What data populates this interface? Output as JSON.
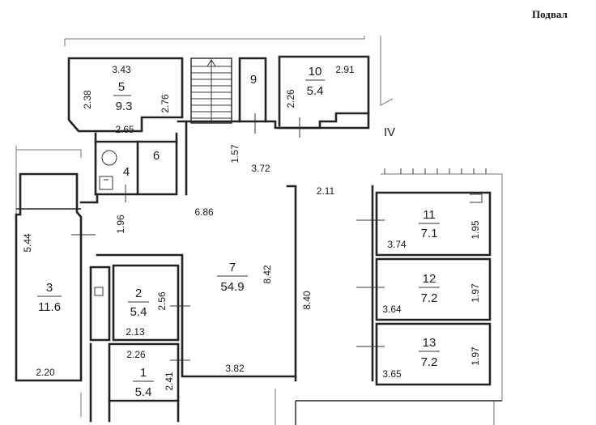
{
  "page_title": "Подвал",
  "section_numeral": "IV",
  "rooms": {
    "r1": {
      "number": "1",
      "area": "5.4",
      "dims": [
        "2.26",
        "2.41"
      ]
    },
    "r2": {
      "number": "2",
      "area": "5.4",
      "dims": [
        "2.56",
        "2.13"
      ]
    },
    "r3": {
      "number": "3",
      "area": "11.6",
      "dims": [
        "5.44",
        "2.20"
      ]
    },
    "r4": {
      "number": "4"
    },
    "r5": {
      "number": "5",
      "area": "9.3",
      "dims": [
        "3.43",
        "2.38",
        "2.76",
        "2.65"
      ]
    },
    "r6": {
      "number": "6"
    },
    "r7": {
      "number": "7",
      "area": "54.9",
      "dims": [
        "6.86",
        "8.42",
        "8.40",
        "3.82",
        "1.96",
        "1.57",
        "3.72",
        "2.11"
      ]
    },
    "r9": {
      "number": "9"
    },
    "r10": {
      "number": "10",
      "area": "5.4",
      "dims": [
        "2.91",
        "2.26"
      ]
    },
    "r11": {
      "number": "11",
      "area": "7.1",
      "dims": [
        "3.74",
        "1.95"
      ]
    },
    "r12": {
      "number": "12",
      "area": "7.2",
      "dims": [
        "3.64",
        "1.97"
      ]
    },
    "r13": {
      "number": "13",
      "area": "7.2",
      "dims": [
        "3.65",
        "1.97"
      ]
    }
  }
}
